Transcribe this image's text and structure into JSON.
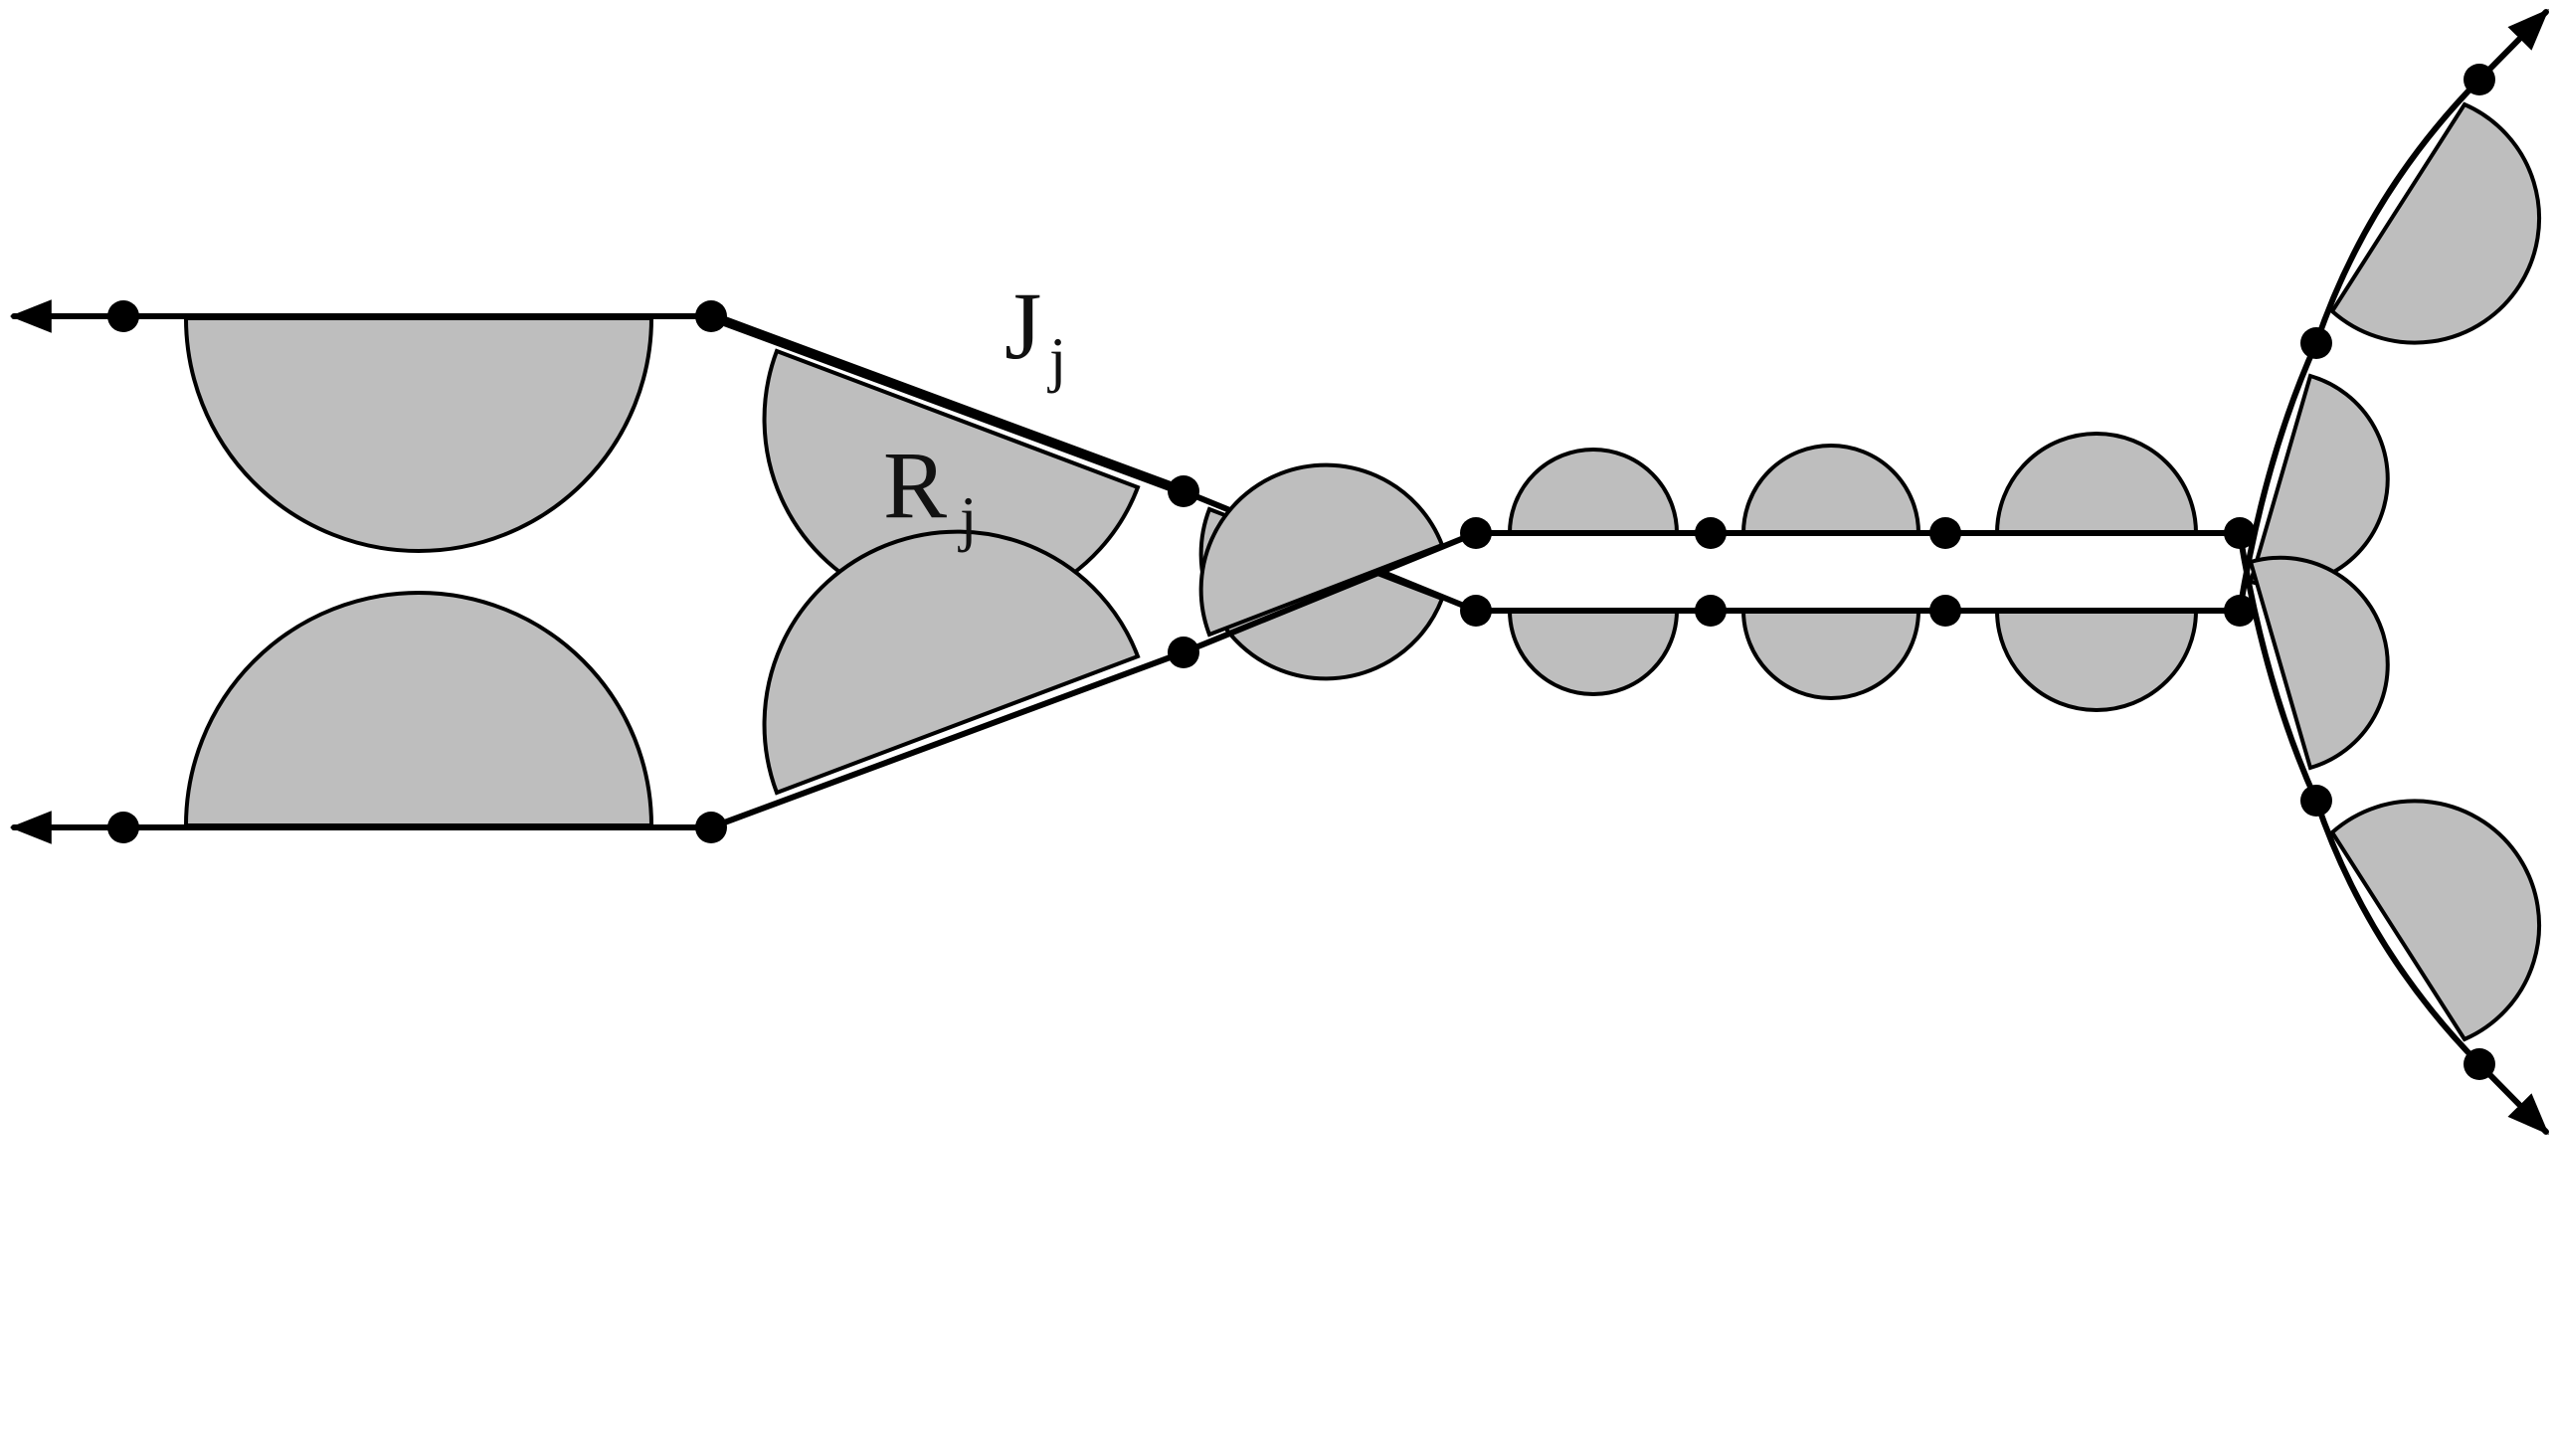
{
  "labels": {
    "segment_main": "J",
    "segment_sub": "j",
    "region_main": "R",
    "region_sub": "j"
  },
  "colors": {
    "stroke": "#000000",
    "fill": "#bebebe",
    "background": "#ffffff"
  }
}
